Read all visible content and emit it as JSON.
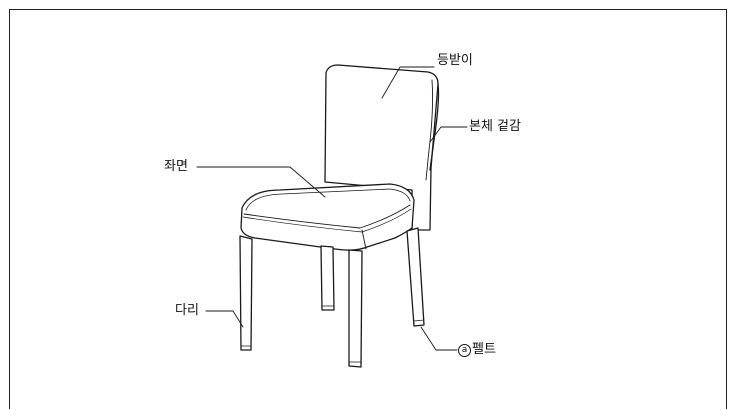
{
  "labels": {
    "backrest": "등받이",
    "body_cover": "본체 겉감",
    "seat": "좌면",
    "legs": "다리",
    "felt_marker": "a",
    "felt": "펠트"
  }
}
